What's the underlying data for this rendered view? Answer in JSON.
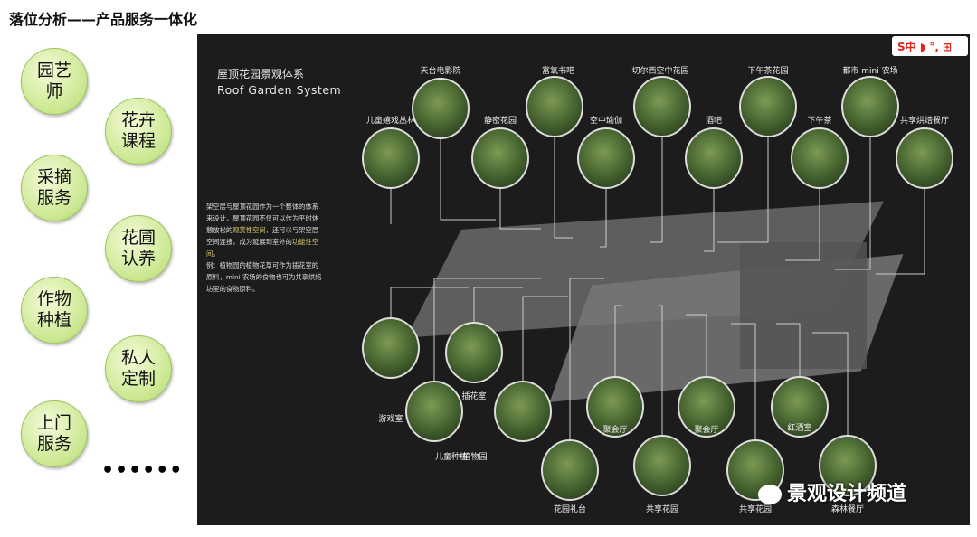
{
  "title": "落位分析——产品服务一体化",
  "services": [
    "园艺师",
    "花卉课程",
    "采摘服务",
    "花圃认养",
    "作物种植",
    "私人定制",
    "上门服务"
  ],
  "more": "••••••",
  "panel": {
    "title_cn": "屋顶花园景观体系",
    "title_en": "Roof Garden System",
    "desc_1": "架空层与屋顶花园作为一个整体的体系来设计，屋顶花园不仅可以作为平时休憩放松的",
    "desc_hl1": "观赏性空间",
    "desc_2": "，还可以与架空层空间连接，成为延展到室外的",
    "desc_hl2": "功能性空间",
    "desc_3": "。",
    "desc_4": "例：植物园的植物花草可作为插花室的原料，mini 农场的食物也可为共享烘焙坊里的食物原料。",
    "logo": "S中 ◗ °, ⊞",
    "top_spots": [
      "儿童嬉戏丛林",
      "天台电影院",
      "静密花园",
      "富氧书吧",
      "空中瑜伽",
      "切尔西空中花园",
      "酒吧",
      "下午茶花园",
      "下午茶",
      "都市 mini 农场",
      "共享烘焙餐厅"
    ],
    "bottom_spots": [
      "游戏室",
      "插花室",
      "儿童种植",
      "植物园",
      "花园礼台",
      "聚会厅",
      "共享花园",
      "聚会厅",
      "共享花园",
      "红酒室",
      "森林餐厅"
    ],
    "watermark": "景观设计频道"
  }
}
